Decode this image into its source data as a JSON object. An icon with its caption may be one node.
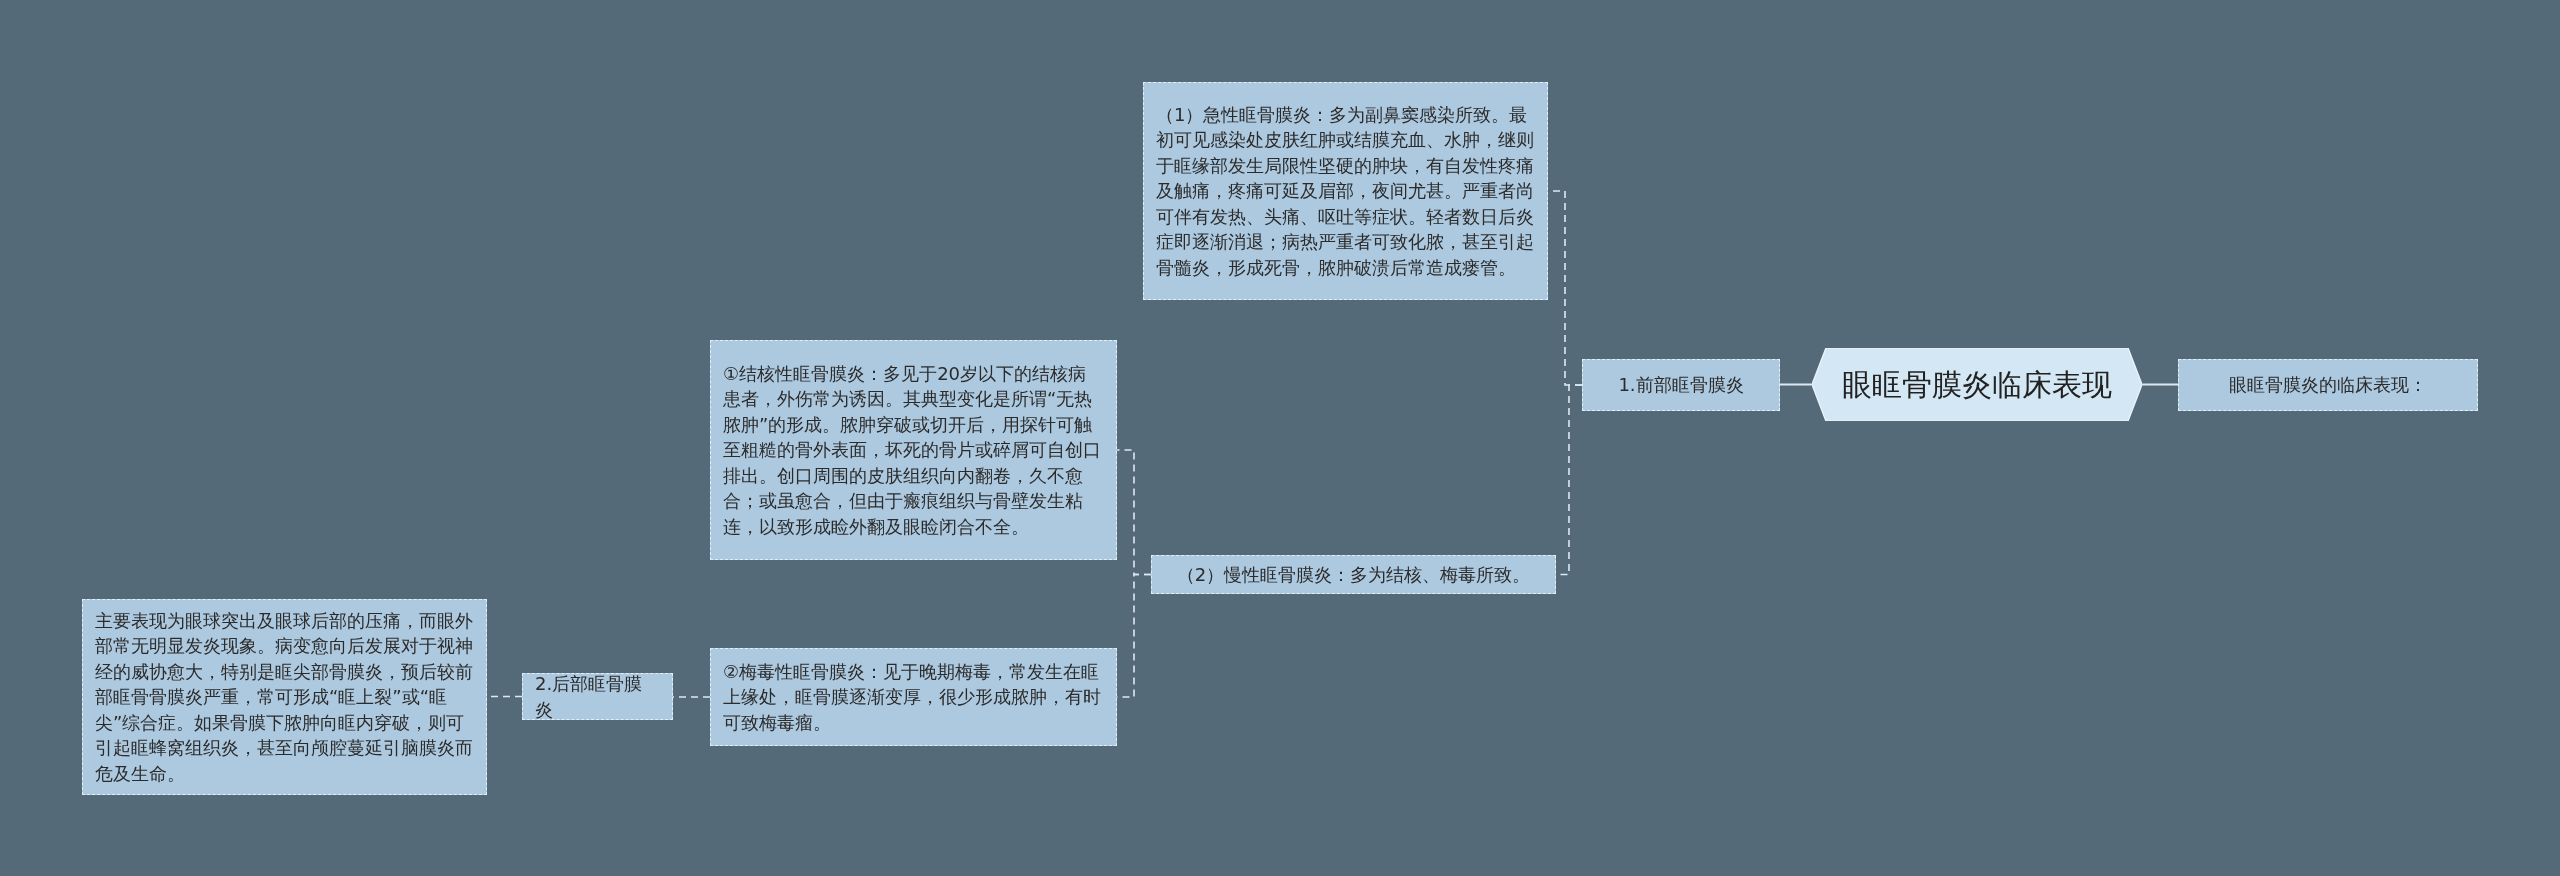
{
  "diagram": {
    "nodes": [
      {
        "text": [
          "眼眶骨膜炎临床表现"
        ]
      },
      {
        "text": [
          "眼眶骨膜炎的临床表现："
        ]
      },
      {
        "text": [
          "1.前部眶骨膜炎"
        ]
      },
      {
        "text": [
          "（1）急性眶骨膜炎：多为副鼻窦感染所致。最初可见感染处皮肤红肿或结膜充血、水肿，继则于眶缘部发生局限性坚硬的肿块，有自发性疼痛及触痛，疼痛可延及眉部，夜间尤甚。严重者尚可伴有发热、头痛、呕吐等症状。轻者数日后炎症即逐渐消退；病热严重者可致化脓，甚至引起骨髓炎，形成死骨，脓肿破溃后常造成瘘管。"
        ]
      },
      {
        "text": [
          "（2）慢性眶骨膜炎：多为结核、梅毒所致。"
        ]
      },
      {
        "text": [
          "①结核性眶骨膜炎：多见于20岁以下的结核病患者，外伤常为诱因。其典型变化是所谓“无热脓肿”的形成。脓肿穿破或切开后，用探针可触至粗糙的骨外表面，坏死的骨片或碎屑可自创口排出。创口周围的皮肤组织向内翻卷，久不愈合；或虽愈合，但由于瘢痕组织与骨壁发生粘连，以致形成睑外翻及眼睑闭合不全。"
        ]
      },
      {
        "text": [
          "②梅毒性眶骨膜炎：见于晚期梅毒，常发生在眶上缘处，眶骨膜逐渐变厚，很少形成脓肿，有时可致梅毒瘤。"
        ]
      },
      {
        "text": [
          "2.后部眶骨膜炎"
        ]
      },
      {
        "text": [
          "主要表现为眼球突出及眼球后部的压痛，而眼外部常无明显发炎现象。病变愈向后发展对于视神经的威协愈大，特别是眶尖部骨膜炎，预后较前部眶骨骨膜炎严重，常可形成“眶上裂”或“眶尖”综合症。如果骨膜下脓肿向眶内穿破，则可引起眶蜂窝组织炎，甚至向颅腔蔓延引脑膜炎而危及生命。"
        ]
      }
    ],
    "edges": [
      {
        "from": 0,
        "to": 2,
        "arrow": "none"
      },
      {
        "from": 0,
        "to": 1,
        "arrow": "none"
      },
      {
        "from": 2,
        "to": 3,
        "arrow": "none",
        "style": "dashed"
      },
      {
        "from": 2,
        "to": 4,
        "arrow": "none",
        "style": "dashed"
      },
      {
        "from": 4,
        "to": 5,
        "arrow": "none",
        "style": "dashed"
      },
      {
        "from": 4,
        "to": 6,
        "arrow": "none",
        "style": "dashed"
      },
      {
        "from": 6,
        "to": 7,
        "arrow": "none",
        "style": "dashed"
      },
      {
        "from": 7,
        "to": 8,
        "arrow": "none",
        "style": "dashed"
      }
    ]
  }
}
